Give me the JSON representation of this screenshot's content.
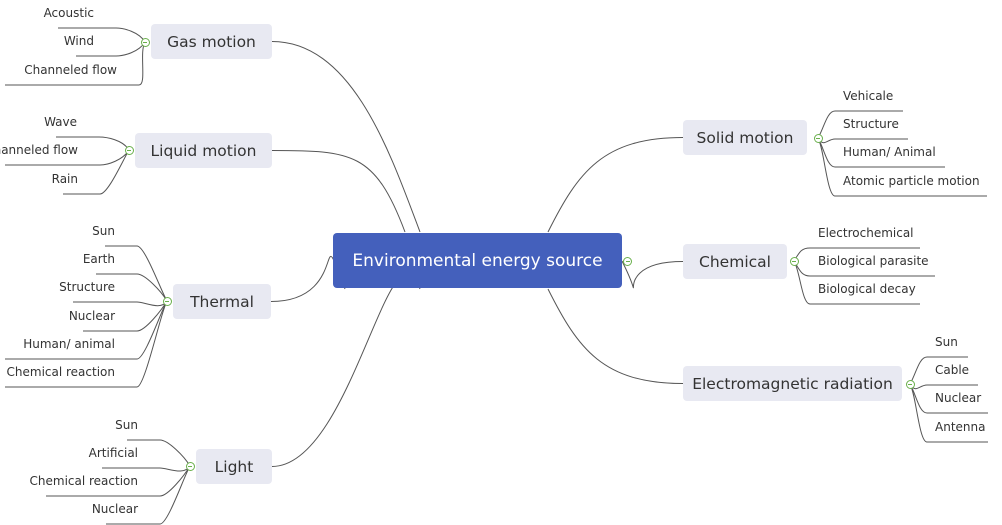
{
  "central": {
    "label": "Environmental energy source"
  },
  "branches": [
    {
      "id": "gas",
      "label": "Gas motion",
      "children": [
        "Acoustic",
        "Wind",
        "Channeled flow"
      ]
    },
    {
      "id": "liquid",
      "label": "Liquid motion",
      "children": [
        "Wave",
        "Channeled flow",
        "Rain"
      ]
    },
    {
      "id": "thermal",
      "label": "Thermal",
      "children": [
        "Sun",
        "Earth",
        "Structure",
        "Nuclear",
        "Human/ animal",
        "Chemical reaction"
      ]
    },
    {
      "id": "light",
      "label": "Light",
      "children": [
        "Sun",
        "Artificial",
        "Chemical reaction",
        "Nuclear"
      ]
    },
    {
      "id": "solid",
      "label": "Solid motion",
      "children": [
        "Vehicale",
        "Structure",
        "Human/ Animal",
        "Atomic particle motion"
      ]
    },
    {
      "id": "chemical",
      "label": "Chemical",
      "children": [
        "Electrochemical",
        "Biological parasite",
        "Biological decay"
      ]
    },
    {
      "id": "em",
      "label": "Electromagnetic radiation",
      "children": [
        "Sun",
        "Cable",
        "Nuclear",
        "Antenna"
      ]
    }
  ],
  "colors": {
    "central": "#4460bc",
    "topic": "#e8e9f2",
    "toggle": "#6ab04c",
    "line": "#555555"
  }
}
